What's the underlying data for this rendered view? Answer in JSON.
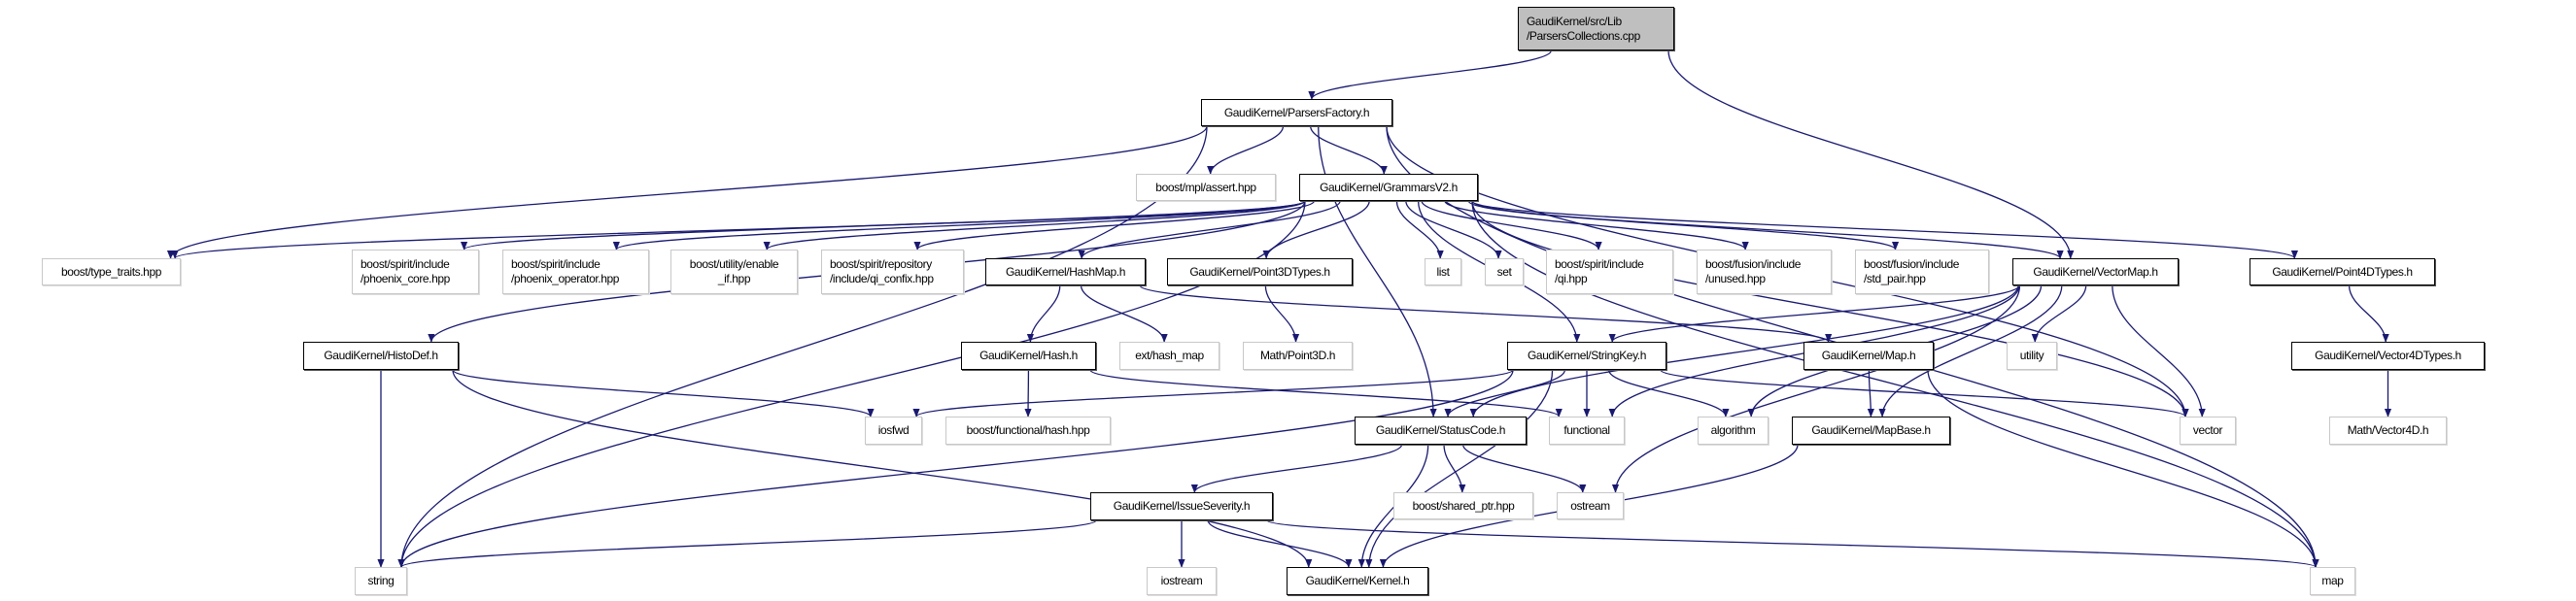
{
  "colors": {
    "edge": "#191970",
    "root_fill": "#bfbfbf",
    "doc_border": "#000000",
    "ext_border": "#c8c8c8"
  },
  "nodes": [
    {
      "id": "root",
      "lines": [
        "GaudiKernel/src/Lib",
        "/ParsersCollections.cpp"
      ],
      "kind": "root"
    },
    {
      "id": "pf",
      "lines": [
        "GaudiKernel/ParsersFactory.h"
      ],
      "kind": "doc"
    },
    {
      "id": "mplassert",
      "lines": [
        "boost/mpl/assert.hpp"
      ],
      "kind": "ext"
    },
    {
      "id": "gv2",
      "lines": [
        "GaudiKernel/GrammarsV2.h"
      ],
      "kind": "doc"
    },
    {
      "id": "typetraits",
      "lines": [
        "boost/type_traits.hpp"
      ],
      "kind": "ext"
    },
    {
      "id": "phxcore",
      "lines": [
        "boost/spirit/include",
        "/phoenix_core.hpp"
      ],
      "kind": "ext"
    },
    {
      "id": "phxop",
      "lines": [
        "boost/spirit/include",
        "/phoenix_operator.hpp"
      ],
      "kind": "ext"
    },
    {
      "id": "enableif",
      "lines": [
        "boost/utility/enable",
        "_if.hpp"
      ],
      "kind": "ext"
    },
    {
      "id": "qiconfix",
      "lines": [
        "boost/spirit/repository",
        "/include/qi_confix.hpp"
      ],
      "kind": "ext"
    },
    {
      "id": "hashmap",
      "lines": [
        "GaudiKernel/HashMap.h"
      ],
      "kind": "doc"
    },
    {
      "id": "p3dt",
      "lines": [
        "GaudiKernel/Point3DTypes.h"
      ],
      "kind": "doc"
    },
    {
      "id": "list",
      "lines": [
        "list"
      ],
      "kind": "ext"
    },
    {
      "id": "set",
      "lines": [
        "set"
      ],
      "kind": "ext"
    },
    {
      "id": "qi",
      "lines": [
        "boost/spirit/include",
        "/qi.hpp"
      ],
      "kind": "ext"
    },
    {
      "id": "unused",
      "lines": [
        "boost/fusion/include",
        "/unused.hpp"
      ],
      "kind": "ext"
    },
    {
      "id": "stdpair",
      "lines": [
        "boost/fusion/include",
        "/std_pair.hpp"
      ],
      "kind": "ext"
    },
    {
      "id": "vectormap",
      "lines": [
        "GaudiKernel/VectorMap.h"
      ],
      "kind": "doc"
    },
    {
      "id": "p4dt",
      "lines": [
        "GaudiKernel/Point4DTypes.h"
      ],
      "kind": "doc"
    },
    {
      "id": "histodef",
      "lines": [
        "GaudiKernel/HistoDef.h"
      ],
      "kind": "doc"
    },
    {
      "id": "hash",
      "lines": [
        "GaudiKernel/Hash.h"
      ],
      "kind": "doc"
    },
    {
      "id": "exthashmap",
      "lines": [
        "ext/hash_map"
      ],
      "kind": "ext"
    },
    {
      "id": "point3d",
      "lines": [
        "Math/Point3D.h"
      ],
      "kind": "ext"
    },
    {
      "id": "stringkey",
      "lines": [
        "GaudiKernel/StringKey.h"
      ],
      "kind": "doc"
    },
    {
      "id": "map_h",
      "lines": [
        "GaudiKernel/Map.h"
      ],
      "kind": "doc"
    },
    {
      "id": "utility",
      "lines": [
        "utility"
      ],
      "kind": "ext"
    },
    {
      "id": "v4dt",
      "lines": [
        "GaudiKernel/Vector4DTypes.h"
      ],
      "kind": "doc"
    },
    {
      "id": "iosfwd",
      "lines": [
        "iosfwd"
      ],
      "kind": "ext"
    },
    {
      "id": "funchash",
      "lines": [
        "boost/functional/hash.hpp"
      ],
      "kind": "ext"
    },
    {
      "id": "statuscode",
      "lines": [
        "GaudiKernel/StatusCode.h"
      ],
      "kind": "doc"
    },
    {
      "id": "functional",
      "lines": [
        "functional"
      ],
      "kind": "ext"
    },
    {
      "id": "algorithm",
      "lines": [
        "algorithm"
      ],
      "kind": "ext"
    },
    {
      "id": "mapbase",
      "lines": [
        "GaudiKernel/MapBase.h"
      ],
      "kind": "doc"
    },
    {
      "id": "vector",
      "lines": [
        "vector"
      ],
      "kind": "ext"
    },
    {
      "id": "vector4d",
      "lines": [
        "Math/Vector4D.h"
      ],
      "kind": "ext"
    },
    {
      "id": "issuesev",
      "lines": [
        "GaudiKernel/IssueSeverity.h"
      ],
      "kind": "doc"
    },
    {
      "id": "sharedptr",
      "lines": [
        "boost/shared_ptr.hpp"
      ],
      "kind": "ext"
    },
    {
      "id": "ostream",
      "lines": [
        "ostream"
      ],
      "kind": "ext"
    },
    {
      "id": "string",
      "lines": [
        "string"
      ],
      "kind": "ext"
    },
    {
      "id": "iostream",
      "lines": [
        "iostream"
      ],
      "kind": "ext"
    },
    {
      "id": "kernel",
      "lines": [
        "GaudiKernel/Kernel.h"
      ],
      "kind": "doc"
    },
    {
      "id": "map",
      "lines": [
        "map"
      ],
      "kind": "ext"
    }
  ],
  "edges": [
    [
      "root",
      "pf"
    ],
    [
      "root",
      "vectormap"
    ],
    [
      "pf",
      "typetraits"
    ],
    [
      "pf",
      "string"
    ],
    [
      "pf",
      "statuscode"
    ],
    [
      "pf",
      "mplassert"
    ],
    [
      "pf",
      "gv2"
    ],
    [
      "pf",
      "map"
    ],
    [
      "pf",
      "vector"
    ],
    [
      "gv2",
      "typetraits"
    ],
    [
      "gv2",
      "phxcore"
    ],
    [
      "gv2",
      "phxop"
    ],
    [
      "gv2",
      "enableif"
    ],
    [
      "gv2",
      "qiconfix"
    ],
    [
      "gv2",
      "hashmap"
    ],
    [
      "gv2",
      "p3dt"
    ],
    [
      "gv2",
      "list"
    ],
    [
      "gv2",
      "set"
    ],
    [
      "gv2",
      "qi"
    ],
    [
      "gv2",
      "unused"
    ],
    [
      "gv2",
      "stdpair"
    ],
    [
      "gv2",
      "vectormap"
    ],
    [
      "gv2",
      "p4dt"
    ],
    [
      "gv2",
      "string"
    ],
    [
      "gv2",
      "histodef"
    ],
    [
      "gv2",
      "stringkey"
    ],
    [
      "gv2",
      "vector"
    ],
    [
      "gv2",
      "map"
    ],
    [
      "hashmap",
      "hash"
    ],
    [
      "hashmap",
      "exthashmap"
    ],
    [
      "hashmap",
      "map_h"
    ],
    [
      "p3dt",
      "point3d"
    ],
    [
      "p4dt",
      "v4dt"
    ],
    [
      "v4dt",
      "vector4d"
    ],
    [
      "histodef",
      "string"
    ],
    [
      "histodef",
      "iosfwd"
    ],
    [
      "histodef",
      "kernel"
    ],
    [
      "hash",
      "funchash"
    ],
    [
      "hash",
      "functional"
    ],
    [
      "stringkey",
      "iosfwd"
    ],
    [
      "stringkey",
      "string"
    ],
    [
      "stringkey",
      "statuscode"
    ],
    [
      "stringkey",
      "functional"
    ],
    [
      "stringkey",
      "algorithm"
    ],
    [
      "stringkey",
      "kernel"
    ],
    [
      "stringkey",
      "vector"
    ],
    [
      "vectormap",
      "stringkey"
    ],
    [
      "vectormap",
      "statuscode"
    ],
    [
      "vectormap",
      "functional"
    ],
    [
      "vectormap",
      "algorithm"
    ],
    [
      "vectormap",
      "utility"
    ],
    [
      "vectormap",
      "mapbase"
    ],
    [
      "vectormap",
      "ostream"
    ],
    [
      "vectormap",
      "vector"
    ],
    [
      "map_h",
      "mapbase"
    ],
    [
      "map_h",
      "map"
    ],
    [
      "mapbase",
      "kernel"
    ],
    [
      "statuscode",
      "issuesev"
    ],
    [
      "statuscode",
      "kernel"
    ],
    [
      "statuscode",
      "sharedptr"
    ],
    [
      "statuscode",
      "ostream"
    ],
    [
      "issuesev",
      "string"
    ],
    [
      "issuesev",
      "iostream"
    ],
    [
      "issuesev",
      "kernel"
    ],
    [
      "issuesev",
      "map"
    ]
  ]
}
